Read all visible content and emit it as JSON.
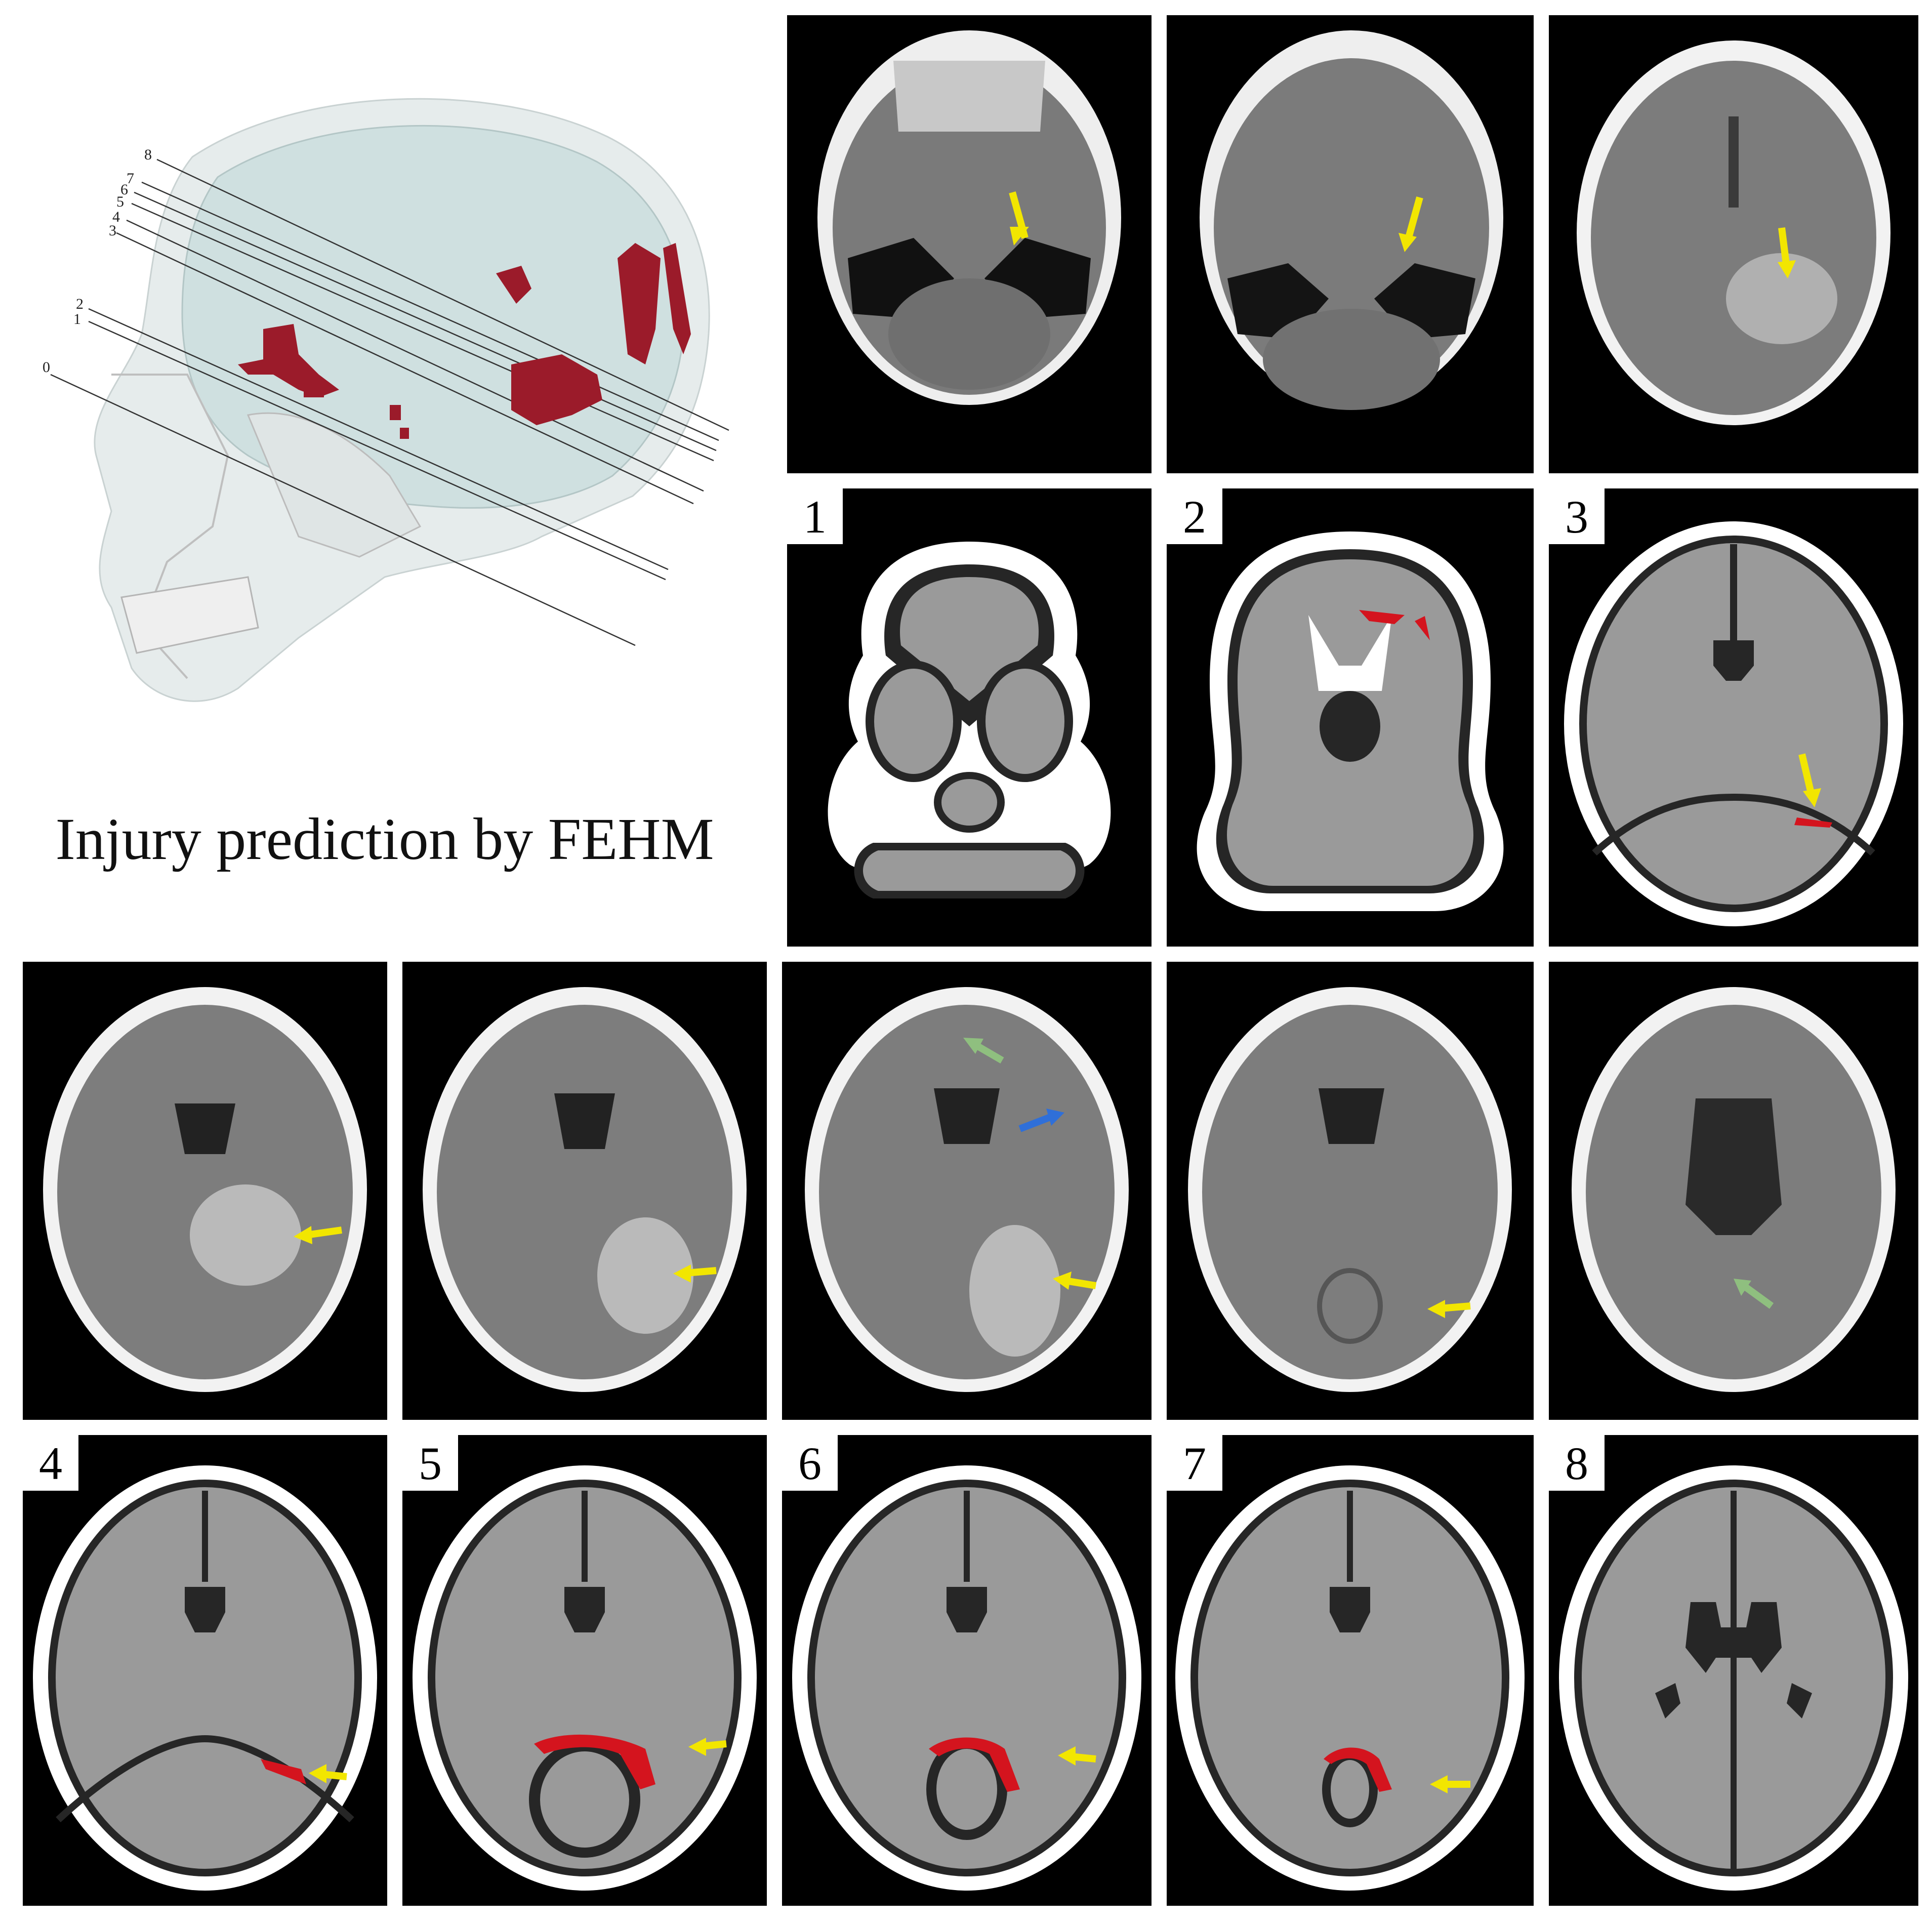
{
  "title": "Injury prediction by FEHM",
  "skull": {
    "slice_line_labels": [
      "0",
      "1",
      "2",
      "3",
      "4",
      "5",
      "6",
      "7",
      "8"
    ],
    "injury_color": "#9b1b2a"
  },
  "ct_row_top": {
    "count": 3,
    "arrow_color": "#f2e600"
  },
  "model_row_top": {
    "labels": [
      "1",
      "2",
      "3"
    ]
  },
  "ct_row_bottom": {
    "count": 5,
    "arrow_colors": [
      "#f2e600",
      "#8fbf7f",
      "#2f6fd8"
    ]
  },
  "model_row_bottom": {
    "labels": [
      "4",
      "5",
      "6",
      "7",
      "8"
    ]
  },
  "colors": {
    "background": "#000000",
    "brain": "#9a9a9a",
    "skull": "#ffffff",
    "csf": "#262626",
    "hemorrhage": "#d4141e",
    "arrow": "#f2e600"
  }
}
